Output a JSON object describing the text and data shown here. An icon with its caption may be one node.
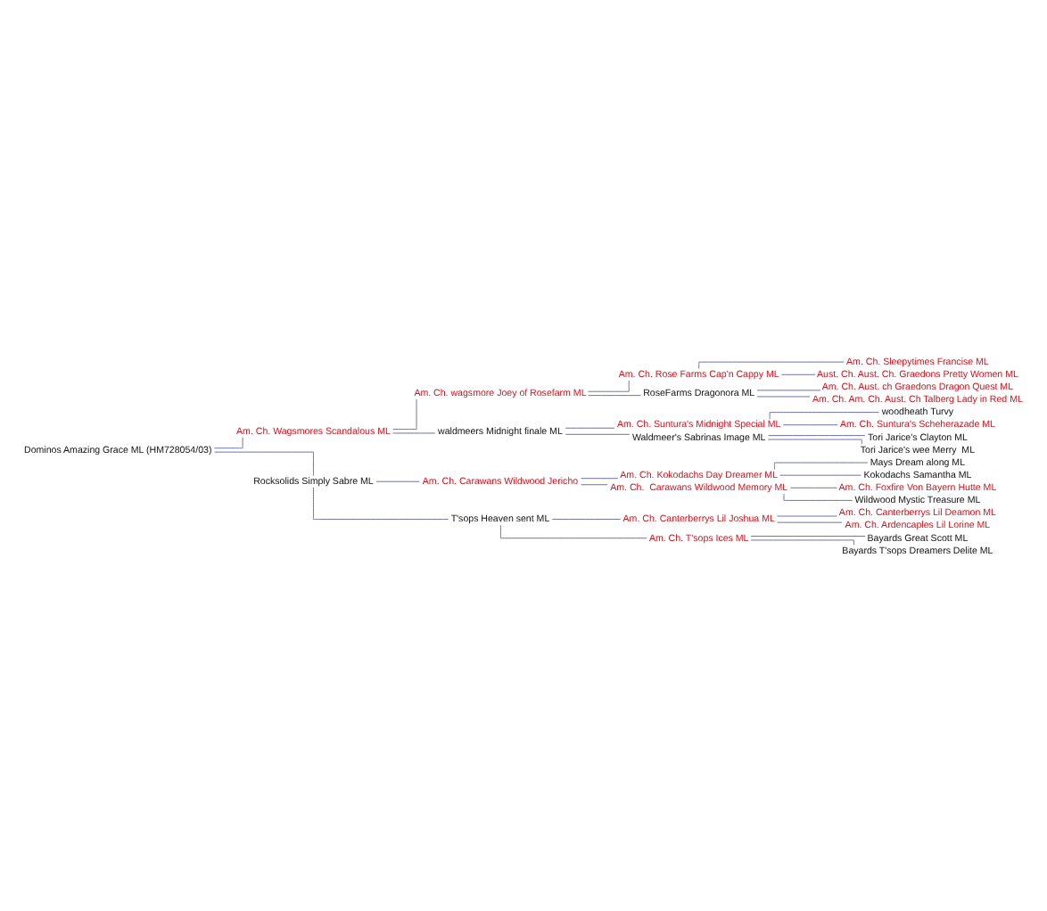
{
  "diagram": {
    "nodes": [
      {
        "text": [
          "Am. Ch. Sleepytimes Francise ML"
        ]
      },
      {
        "text": [
          "Am. Ch. Rose Farms Cap'n Cappy ML"
        ]
      },
      {
        "text": [
          "Aust. Ch. Aust. Ch. Graedons Pretty Women ML"
        ]
      },
      {
        "text": [
          "Am. Ch. wagsmore Joey of Rosefarm ML"
        ]
      },
      {
        "text": [
          "Am. Ch. Aust. ch Graedons Dragon Quest ML"
        ]
      },
      {
        "text": [
          "RoseFarms Dragonora ML"
        ]
      },
      {
        "text": [
          "Am. Ch. Am. Ch. Aust. Ch Talberg Lady in Red ML"
        ]
      },
      {
        "text": [
          "Am. Ch. Wagsmores Scandalous ML"
        ]
      },
      {
        "text": [
          "woodheath Turvy"
        ]
      },
      {
        "text": [
          "Am. Ch. Suntura's Midnight Special ML"
        ]
      },
      {
        "text": [
          "Am. Ch. Suntura's Scheherazade ML"
        ]
      },
      {
        "text": [
          "waldmeers Midnight finale ML"
        ]
      },
      {
        "text": [
          "Tori Jarice's Clayton ML"
        ]
      },
      {
        "text": [
          "Waldmeer's Sabrinas Image ML"
        ]
      },
      {
        "text": [
          "Tori Jarice's wee Merry  ML"
        ]
      },
      {
        "text": [
          "Dominos Amazing Grace ML (HM728054/03)"
        ]
      },
      {
        "text": [
          "Mays Dream along ML"
        ]
      },
      {
        "text": [
          "Am. Ch. Kokodachs Day Dreamer ML"
        ]
      },
      {
        "text": [
          "Kokodachs Samantha ML"
        ]
      },
      {
        "text": [
          "Am. Ch. Carawans Wildwood Jericho"
        ]
      },
      {
        "text": [
          "Am. Ch. Foxfire Von Bayern Hutte ML"
        ]
      },
      {
        "text": [
          "Am. Ch.  Carawans Wildwood Memory ML"
        ]
      },
      {
        "text": [
          "Wildwood Mystic Treasure ML"
        ]
      },
      {
        "text": [
          "Rocksolids Simply Sabre ML"
        ]
      },
      {
        "text": [
          "Am. Ch. Canterberrys Lil Deamon ML"
        ]
      },
      {
        "text": [
          "Am. Ch. Canterberrys Lil Joshua ML"
        ]
      },
      {
        "text": [
          "Am. Ch. Ardencaples Lil Lorine ML"
        ]
      },
      {
        "text": [
          "T'sops Heaven sent ML"
        ]
      },
      {
        "text": [
          "Bayards Great Scott ML"
        ]
      },
      {
        "text": [
          "Am. Ch. T'sops Ices ML"
        ]
      },
      {
        "text": [
          "Bayards T'sops Dreamers Delite ML"
        ]
      }
    ],
    "edges": [
      {
        "from": 15,
        "to": 7,
        "arrow": "none"
      },
      {
        "from": 15,
        "to": 23,
        "arrow": "none"
      },
      {
        "from": 7,
        "to": 3,
        "arrow": "none"
      },
      {
        "from": 7,
        "to": 11,
        "arrow": "none"
      },
      {
        "from": 3,
        "to": 1,
        "arrow": "none"
      },
      {
        "from": 3,
        "to": 5,
        "arrow": "none"
      },
      {
        "from": 1,
        "to": 0,
        "arrow": "none"
      },
      {
        "from": 1,
        "to": 2,
        "arrow": "none"
      },
      {
        "from": 5,
        "to": 4,
        "arrow": "none"
      },
      {
        "from": 5,
        "to": 6,
        "arrow": "none"
      },
      {
        "from": 11,
        "to": 9,
        "arrow": "none"
      },
      {
        "from": 11,
        "to": 13,
        "arrow": "none"
      },
      {
        "from": 9,
        "to": 8,
        "arrow": "none"
      },
      {
        "from": 9,
        "to": 10,
        "arrow": "none"
      },
      {
        "from": 13,
        "to": 12,
        "arrow": "none"
      },
      {
        "from": 13,
        "to": 14,
        "arrow": "none"
      },
      {
        "from": 23,
        "to": 19,
        "arrow": "none"
      },
      {
        "from": 23,
        "to": 27,
        "arrow": "none"
      },
      {
        "from": 19,
        "to": 17,
        "arrow": "none"
      },
      {
        "from": 19,
        "to": 21,
        "arrow": "none"
      },
      {
        "from": 17,
        "to": 16,
        "arrow": "none"
      },
      {
        "from": 17,
        "to": 18,
        "arrow": "none"
      },
      {
        "from": 21,
        "to": 20,
        "arrow": "none"
      },
      {
        "from": 21,
        "to": 22,
        "arrow": "none"
      },
      {
        "from": 27,
        "to": 25,
        "arrow": "none"
      },
      {
        "from": 27,
        "to": 29,
        "arrow": "none"
      },
      {
        "from": 25,
        "to": 24,
        "arrow": "none"
      },
      {
        "from": 25,
        "to": 26,
        "arrow": "none"
      },
      {
        "from": 29,
        "to": 28,
        "arrow": "none"
      },
      {
        "from": 29,
        "to": 30,
        "arrow": "none"
      }
    ]
  }
}
